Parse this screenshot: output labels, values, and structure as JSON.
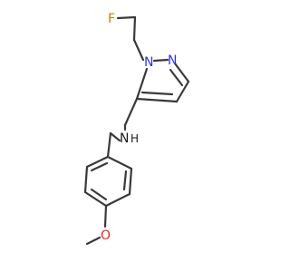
{
  "molecule": {
    "colors": {
      "bond": "#3a3a3a",
      "F": "#b8860b",
      "N": "#2c37e8",
      "O": "#e8261f",
      "NH": "#1a1a1a"
    },
    "atoms": {
      "F": "F",
      "N1": "N",
      "N2": "N",
      "NH_N": "N",
      "NH_H": "H",
      "O": "O"
    }
  }
}
